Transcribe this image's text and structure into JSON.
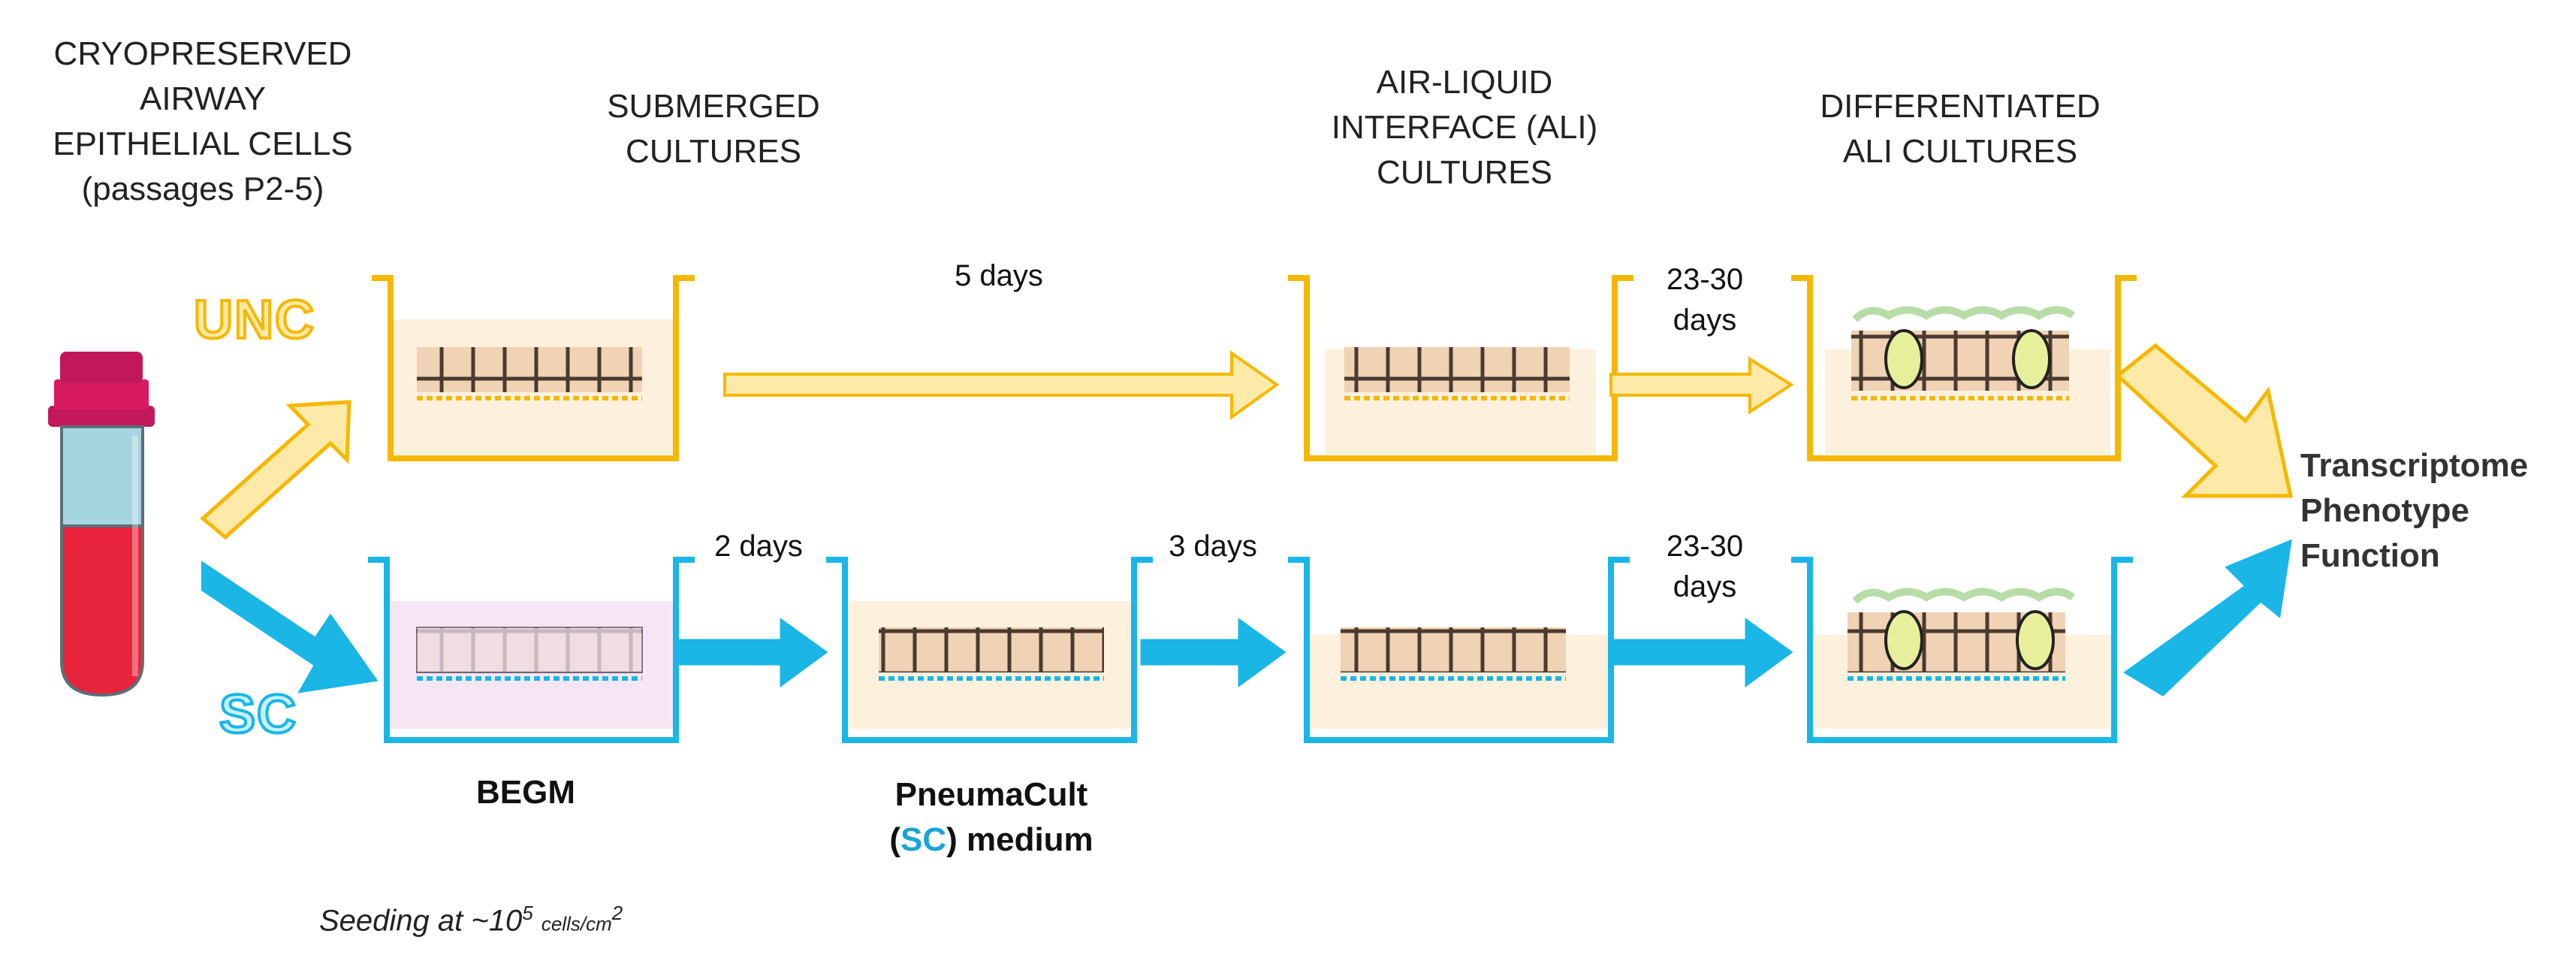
{
  "headers": {
    "cryo": [
      "CRYOPRESERVED",
      "AIRWAY",
      "EPITHELIAL CELLS",
      "(passages P2-5)"
    ],
    "submerged": [
      "SUBMERGED",
      "CULTURES"
    ],
    "ali": [
      "AIR-LIQUID",
      "INTERFACE (ALI)",
      "CULTURES"
    ],
    "diff": [
      "DIFFERENTIATED",
      "ALI CULTURES"
    ]
  },
  "protocols": {
    "unc": "UNC",
    "sc": "SC"
  },
  "durations": {
    "unc_sub_to_ali": "5 days",
    "unc_ali_to_diff": [
      "23-30",
      "days"
    ],
    "sc_begm_to_pneuma": "2 days",
    "sc_pneuma_to_ali": "3 days",
    "sc_ali_to_diff": [
      "23-30",
      "days"
    ]
  },
  "media": {
    "begm": "BEGM",
    "pneumacult_line1": "PneumaCult",
    "pneumacult_paren_open": "(",
    "pneumacult_sc": "SC",
    "pneumacult_line2_rest": ") medium"
  },
  "outcomes": [
    "Transcriptome",
    "Phenotype",
    "Function"
  ],
  "seeding": {
    "prefix": "Seeding at ~10",
    "exp": "5",
    "unit": "cells/cm",
    "unit_exp": "2"
  },
  "colors": {
    "unc": "#f5b800",
    "unc_light": "#fde9a8",
    "sc": "#19b6e6",
    "sc_text": "#1aa3d6",
    "medium_unc": "#fdf0dd",
    "medium_begm": "#f6e6f4",
    "tube_red": "#e8243c",
    "tube_blue": "#a6d5e0",
    "tube_cap": "#c2185b"
  }
}
